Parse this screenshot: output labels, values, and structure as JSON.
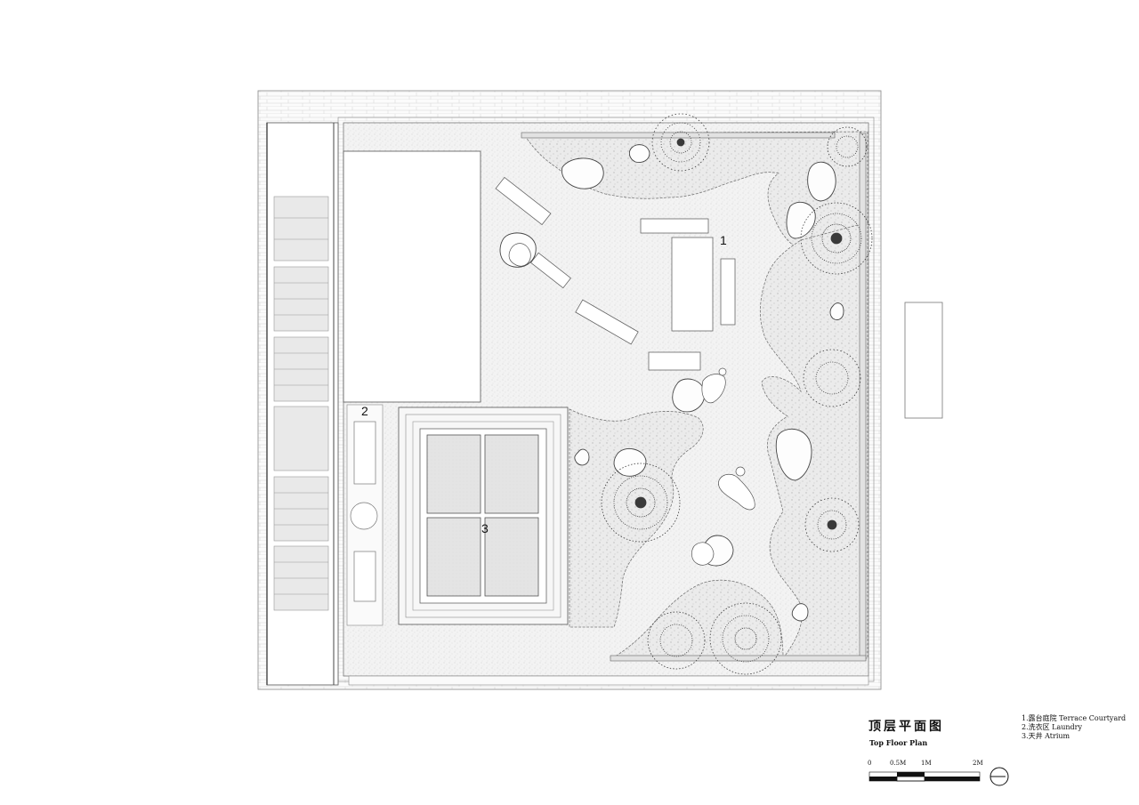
{
  "labels": {
    "area_1": "1",
    "area_2": "2",
    "area_3": "3"
  },
  "title": {
    "cn": "顶层平面图",
    "en": "Top Floor Plan"
  },
  "legend": [
    "1.露台庭院 Terrace Courtyard",
    "2.洗衣区 Laundry",
    "3.天井 Atrium"
  ],
  "scale_bar": {
    "ticks": [
      "0",
      "0.5M",
      "1M",
      "2M"
    ]
  },
  "icons": {
    "north_arrow": "north-arrow-icon"
  },
  "colors": {
    "line": "#555555",
    "dark": "#222222",
    "paving": "#f1f1f1",
    "vegetation": "#3a3a3a"
  }
}
